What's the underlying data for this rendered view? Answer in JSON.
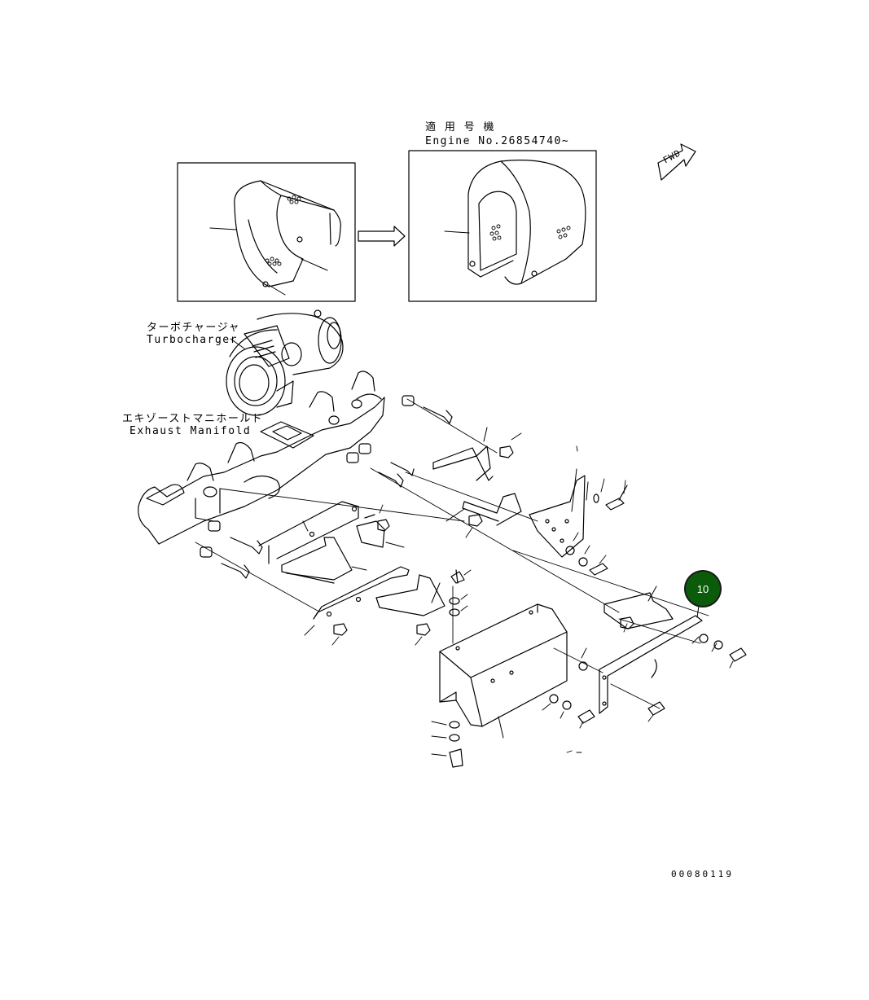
{
  "labels": {
    "applicable_jp": "適 用 号 機",
    "applicable_en": "Engine No.26854740~",
    "fwd": "FWD",
    "turbo_jp": "ターボチャージャ",
    "turbo_en": "Turbocharger",
    "manifold_jp": "エキゾーストマニホールド",
    "manifold_en": "Exhaust Manifold",
    "drawing_no": "00080119"
  },
  "callout": {
    "number": "10",
    "color": "#0a5c0a"
  },
  "colors": {
    "line": "#000000",
    "background": "#ffffff"
  }
}
